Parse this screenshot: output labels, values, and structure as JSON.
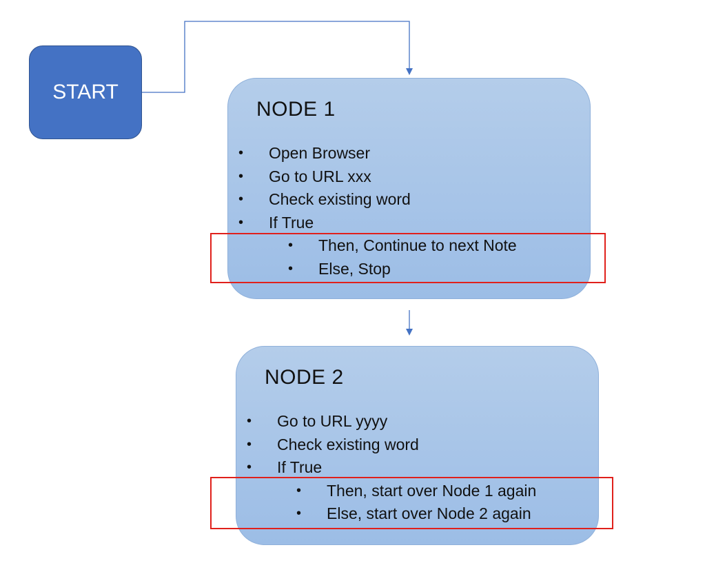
{
  "start": {
    "label": "START"
  },
  "nodes": [
    {
      "title": "NODE 1",
      "items": [
        {
          "level": 1,
          "bullet": "•",
          "text": "Open Browser"
        },
        {
          "level": 1,
          "bullet": "•",
          "text": "Go to URL xxx"
        },
        {
          "level": 1,
          "bullet": "•",
          "text": "Check existing word"
        },
        {
          "level": 1,
          "bullet": "•",
          "text": "If True"
        },
        {
          "level": 2,
          "bullet": "•",
          "text": "Then, Continue to next Note"
        },
        {
          "level": 2,
          "bullet": "•",
          "text": "Else, Stop"
        }
      ]
    },
    {
      "title": "NODE 2",
      "items": [
        {
          "level": 1,
          "bullet": "•",
          "text": "Go to URL yyyy"
        },
        {
          "level": 1,
          "bullet": "•",
          "text": "Check existing word"
        },
        {
          "level": 1,
          "bullet": "•",
          "text": "If True"
        },
        {
          "level": 2,
          "bullet": "•",
          "text": "Then, start over Node 1 again"
        },
        {
          "level": 2,
          "bullet": "•",
          "text": "Else, start over Node 2 again"
        }
      ]
    }
  ],
  "colors": {
    "start_fill": "#4472c4",
    "node_fill": "#a9c6e8",
    "connector": "#4472c4",
    "highlight": "#e0201b"
  }
}
